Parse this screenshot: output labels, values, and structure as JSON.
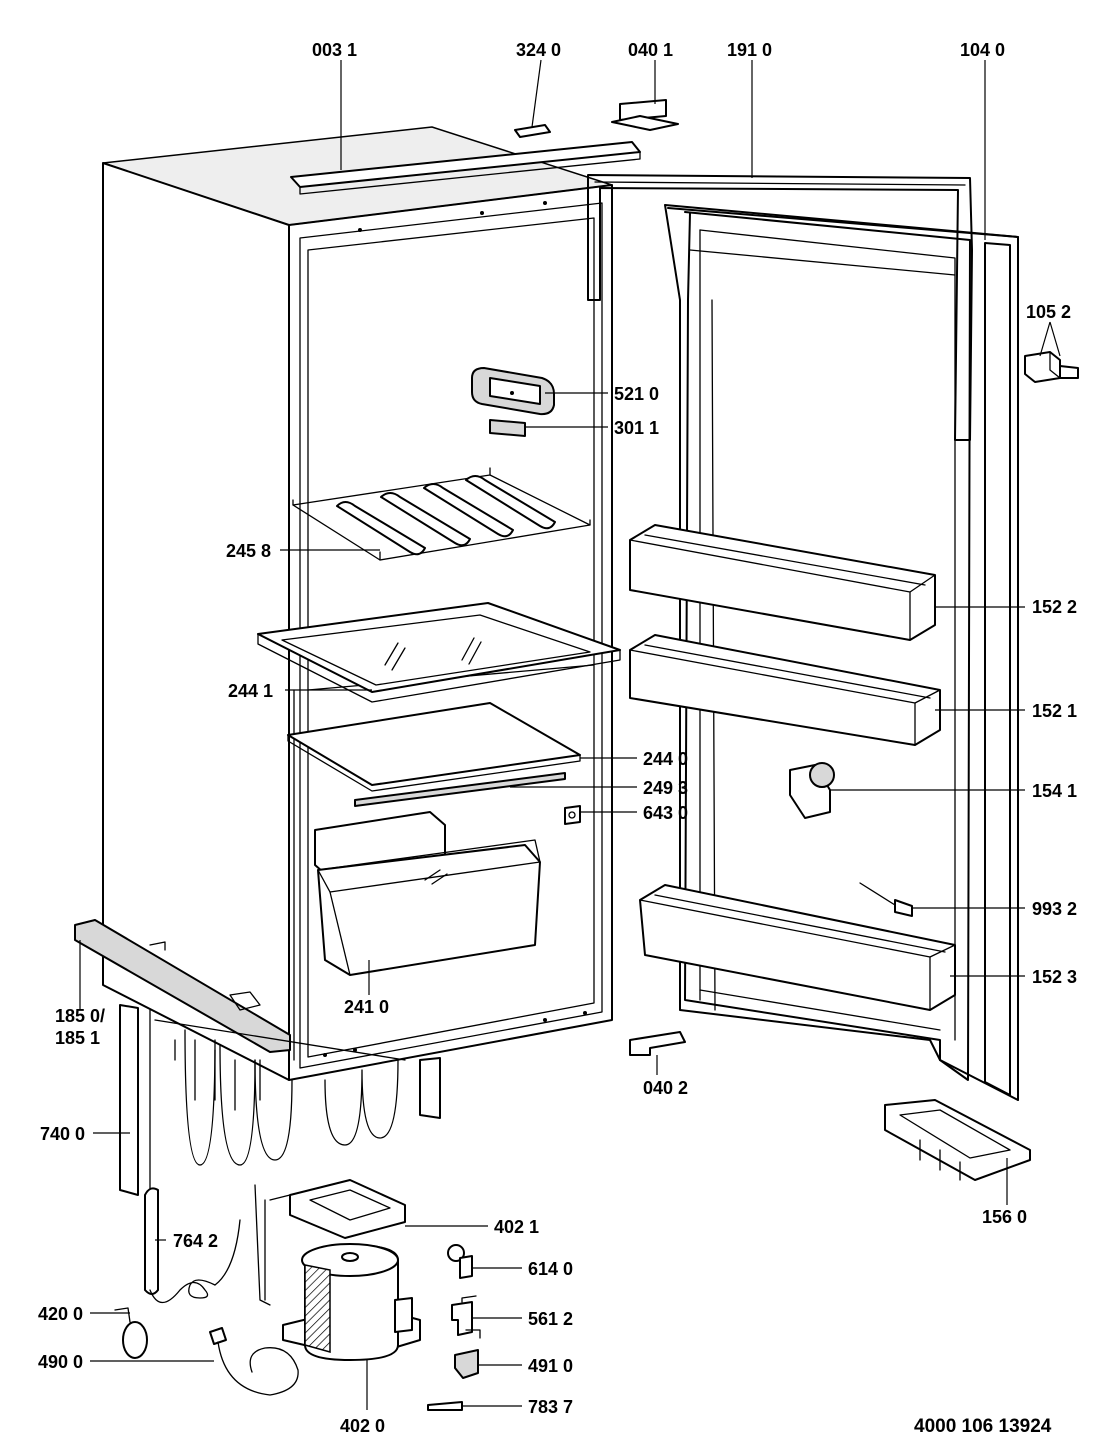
{
  "diagram": {
    "labels": {
      "l0031": "003 1",
      "l3240": "324 0",
      "l0401": "040 1",
      "l1910": "191 0",
      "l1040": "104 0",
      "l1052": "105 2",
      "l5210": "521 0",
      "l3011": "301 1",
      "l2458": "245 8",
      "l1522": "152 2",
      "l2441": "244 1",
      "l1521": "152 1",
      "l2440": "244 0",
      "l2493": "249 3",
      "l6430": "643 0",
      "l1541": "154 1",
      "l9932": "993 2",
      "l1523": "152 3",
      "l2410": "241 0",
      "l1850": "185 0/",
      "l1851": "185 1",
      "l0402": "040 2",
      "l7400": "740 0",
      "l1560": "156 0",
      "l4021": "402 1",
      "l7642": "764 2",
      "l6140": "614 0",
      "l4200": "420 0",
      "l5612": "561 2",
      "l4900": "490 0",
      "l4910": "491 0",
      "l7837": "783 7",
      "l4020": "402 0"
    },
    "drawing_number": "4000 106 13924"
  }
}
